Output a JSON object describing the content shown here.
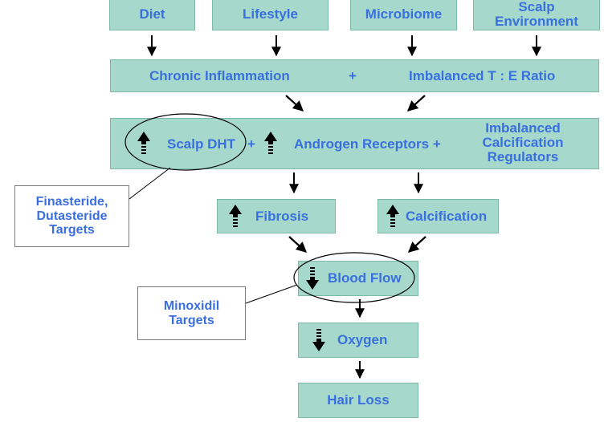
{
  "factors": {
    "diet": "Diet",
    "lifestyle": "Lifestyle",
    "microbiome": "Microbiome",
    "scalp_environment": "Scalp\nEnvironment"
  },
  "inflammation_row": {
    "chronic_inflammation": "Chronic Inflammation",
    "plus": "+",
    "imbalanced_ratio": "Imbalanced T : E Ratio"
  },
  "mechanism_row": {
    "scalp_dht": "Scalp DHT",
    "plus_1": "+",
    "androgen_receptors": "Androgen Receptors +",
    "calcification_regulators": "Imbalanced\nCalcification\nRegulators"
  },
  "outcomes": {
    "fibrosis": "Fibrosis",
    "calcification": "Calcification",
    "blood_flow": "Blood Flow",
    "oxygen": "Oxygen",
    "hair_loss": "Hair Loss"
  },
  "callouts": {
    "finasteride": "Finasteride,\nDutasteride\nTargets",
    "minoxidil": "Minoxidil\nTargets"
  },
  "colors": {
    "box_fill": "#a6d9cb",
    "text_blue": "#3a6fe0",
    "arrow": "#000000"
  },
  "icons": {
    "increase": "up-arrow-icon",
    "decrease": "down-arrow-icon"
  }
}
